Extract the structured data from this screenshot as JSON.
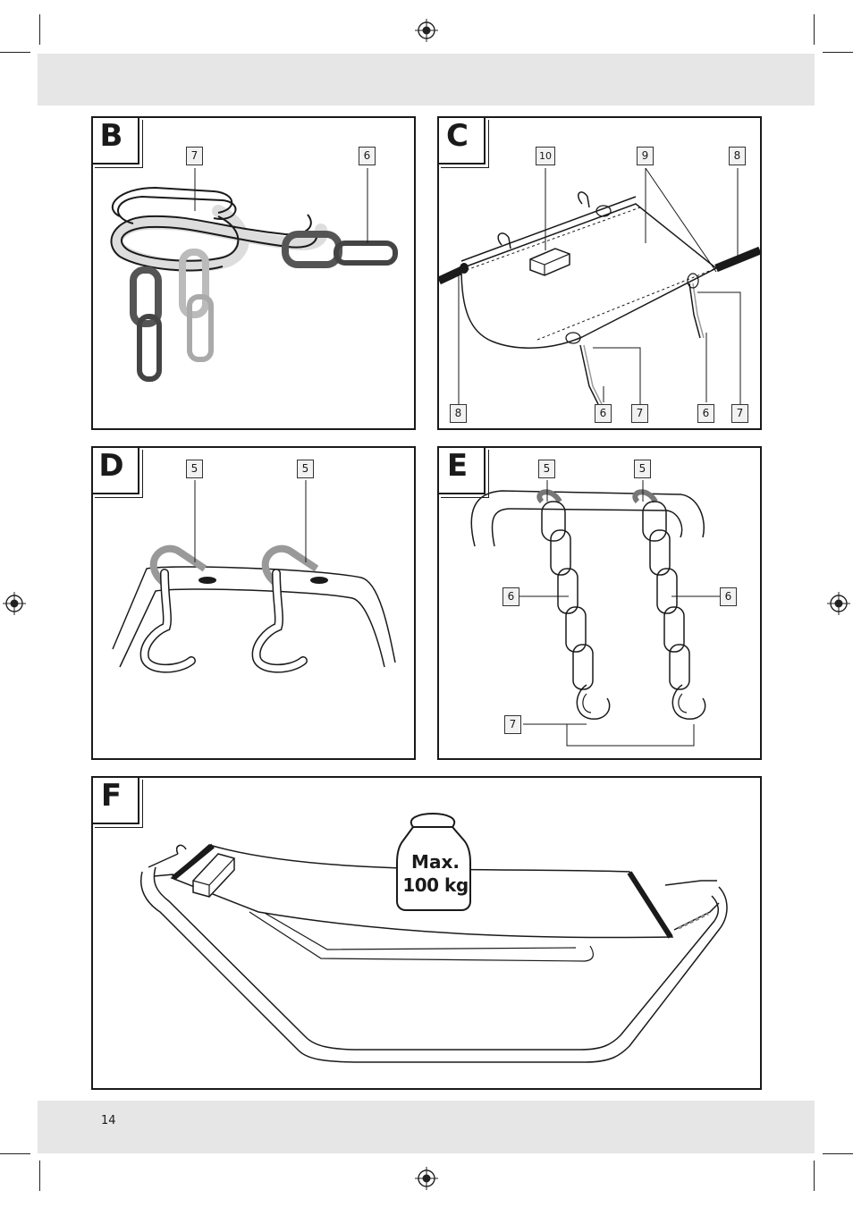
{
  "page": {
    "number": "14"
  },
  "panels": {
    "b": {
      "letter": "B",
      "callouts": [
        "7",
        "6"
      ]
    },
    "c": {
      "letter": "C",
      "callouts_top": [
        "10",
        "9",
        "8"
      ],
      "callouts_bottom": [
        "8",
        "6",
        "7",
        "6",
        "7"
      ]
    },
    "d": {
      "letter": "D",
      "callouts": [
        "5",
        "5"
      ]
    },
    "e": {
      "letter": "E",
      "callouts": [
        "5",
        "5",
        "6",
        "6",
        "7"
      ]
    },
    "f": {
      "letter": "F",
      "weight_line1": "Max.",
      "weight_line2": "100 kg"
    }
  },
  "colors": {
    "band": "#e6e6e6",
    "line": "#1a1a1a",
    "chain_dark": "#555555",
    "chain_light": "#bbbbbb"
  }
}
